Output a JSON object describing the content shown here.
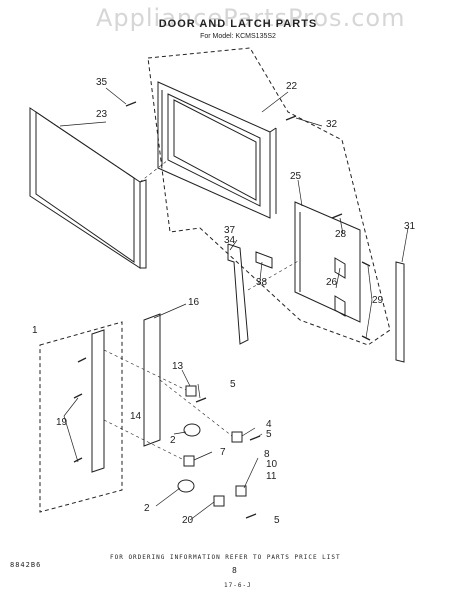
{
  "watermark": "AppliancePartsPros.com",
  "title": "DOOR AND LATCH PARTS",
  "model": "For Model: KCMS135S2",
  "callouts": [
    "1",
    "2",
    "2",
    "4",
    "5",
    "5",
    "5",
    "7",
    "8",
    "10",
    "11",
    "13",
    "14",
    "16",
    "19",
    "20",
    "22",
    "23",
    "25",
    "26",
    "28",
    "29",
    "31",
    "32",
    "34",
    "35",
    "37",
    "38"
  ],
  "footer": {
    "note": "FOR ORDERING INFORMATION REFER TO PARTS PRICE LIST",
    "code": "8842B6",
    "page": "8",
    "sheet": "17-6-J"
  }
}
